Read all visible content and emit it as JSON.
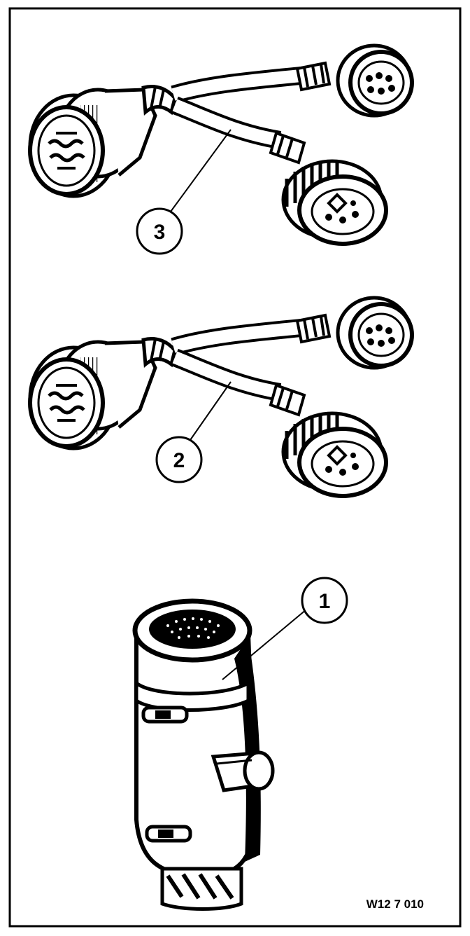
{
  "callouts": {
    "item3": "3",
    "item2": "2",
    "item1": "1"
  },
  "figure_code": "W12 7 010",
  "colors": {
    "ink": "#000000",
    "paper": "#ffffff"
  }
}
